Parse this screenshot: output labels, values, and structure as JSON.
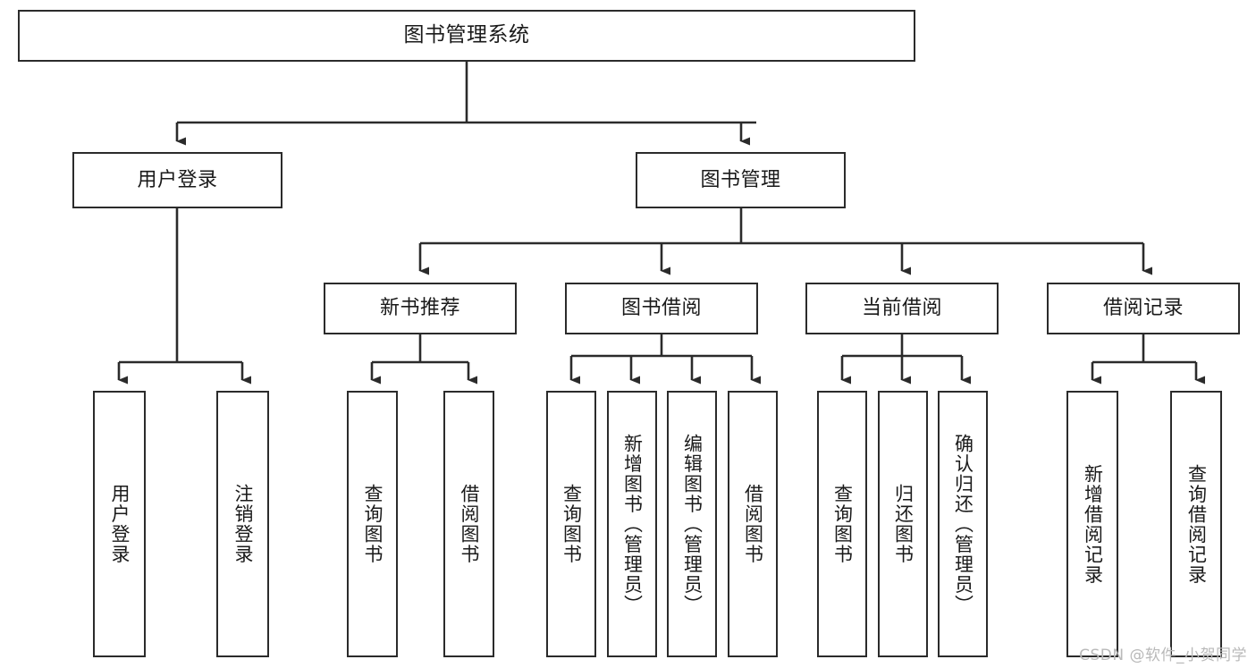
{
  "diagram": {
    "title": "图书管理系统",
    "type": "tree-hierarchy-diagram",
    "colors": {
      "box_border": "#2b2b2b",
      "box_fill": "#ffffff",
      "connector": "#2b2b2b",
      "text": "#1a1a1a",
      "watermark": "#b9b9b9",
      "background": "#ffffff"
    },
    "root": {
      "label": "图书管理系统"
    },
    "level2": [
      {
        "label": "用户登录"
      },
      {
        "label": "图书管理"
      }
    ],
    "level3": [
      {
        "label": "新书推荐"
      },
      {
        "label": "图书借阅"
      },
      {
        "label": "当前借阅"
      },
      {
        "label": "借阅记录"
      }
    ],
    "leaves": {
      "user_login": [
        {
          "label": "用户登录"
        },
        {
          "label": "注销登录"
        }
      ],
      "new_book_recommend": [
        {
          "label": "查询图书"
        },
        {
          "label": "借阅图书"
        }
      ],
      "book_borrow": [
        {
          "label": "查询图书"
        },
        {
          "label": "新增图书（管理员）"
        },
        {
          "label": "编辑图书（管理员）"
        },
        {
          "label": "借阅图书"
        }
      ],
      "current_borrow": [
        {
          "label": "查询图书"
        },
        {
          "label": "归还图书"
        },
        {
          "label": "确认归还（管理员）"
        }
      ],
      "borrow_record": [
        {
          "label": "新增借阅记录"
        },
        {
          "label": "查询借阅记录"
        }
      ]
    }
  },
  "watermark": {
    "text": "CSDN @软件_小贺同学"
  }
}
